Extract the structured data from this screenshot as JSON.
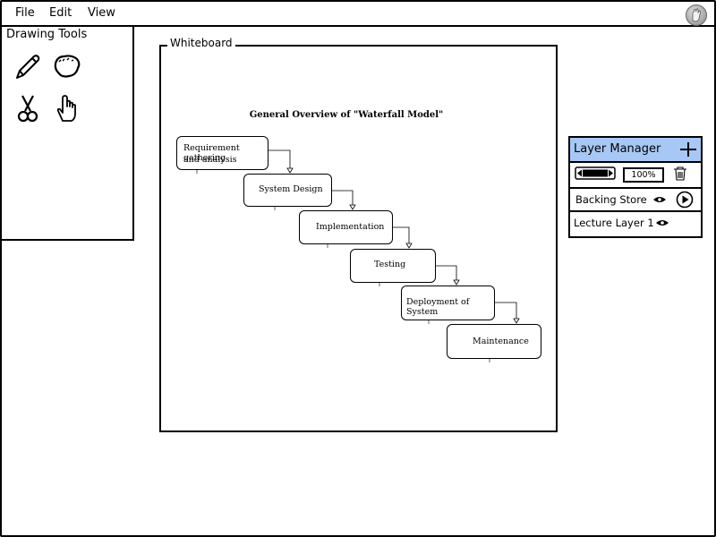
{
  "menu": {
    "file": "File",
    "edit": "Edit",
    "view": "View"
  },
  "tools": {
    "title": "Drawing Tools",
    "items": [
      "pencil-icon",
      "eraser-icon",
      "scissors-icon",
      "hand-icon"
    ]
  },
  "whiteboard": {
    "title": "Whiteboard",
    "diagram_title": "General Overview of \"Waterfall Model\"",
    "steps": [
      {
        "line1": "Requirement gathering",
        "line2": "and analysis"
      },
      {
        "line1": "System Design"
      },
      {
        "line1": "Implementation"
      },
      {
        "line1": "Testing"
      },
      {
        "line1": "Deployment of System"
      },
      {
        "line1": "Maintenance"
      }
    ]
  },
  "layer_manager": {
    "title": "Layer Manager",
    "zoom": "100%",
    "layers": [
      {
        "name": "Backing Store"
      },
      {
        "name": "Lecture Layer 1"
      }
    ]
  },
  "colors": {
    "header": "#a7c8f5"
  }
}
